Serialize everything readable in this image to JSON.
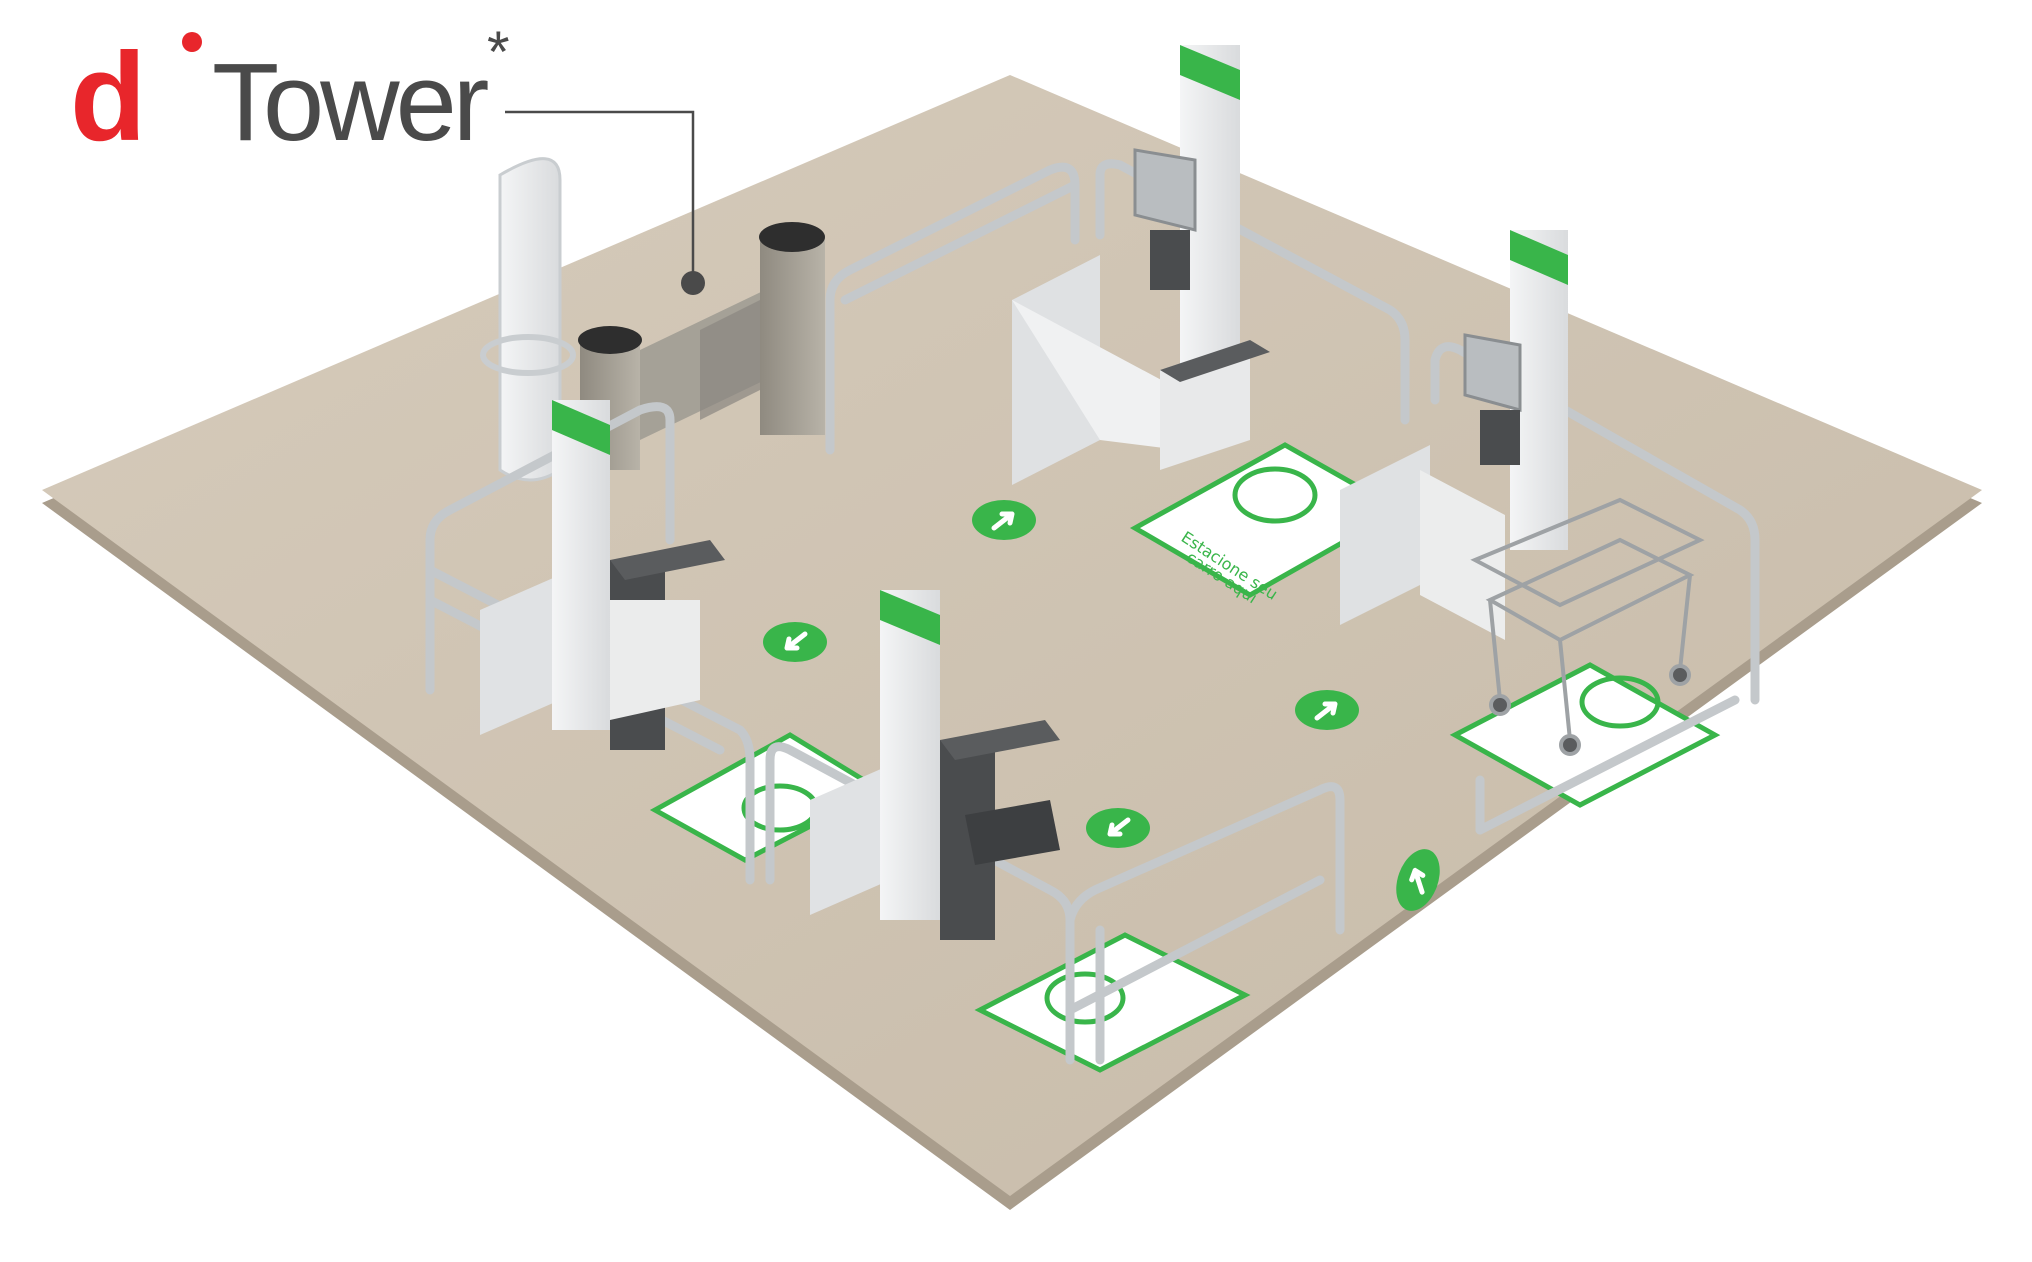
{
  "logo": {
    "mark": "d",
    "name": "Tower",
    "footnote_marker": "*",
    "mark_color": "#e8262b",
    "text_color": "#4a4a4a"
  },
  "floor_sign": {
    "line1": "Estacione seu",
    "line2": "carro aqui"
  },
  "colors": {
    "floor": "#cdc1b0",
    "floor_edge": "#a99d8c",
    "accent_green": "#39b54a",
    "metal": "#c9cdd0",
    "kiosk_white": "#ecedee",
    "kiosk_dark": "#4a4c4e"
  },
  "icons": {
    "direction_arrow": "arrow-circle-icon",
    "cart_sign": "cart-icon"
  }
}
